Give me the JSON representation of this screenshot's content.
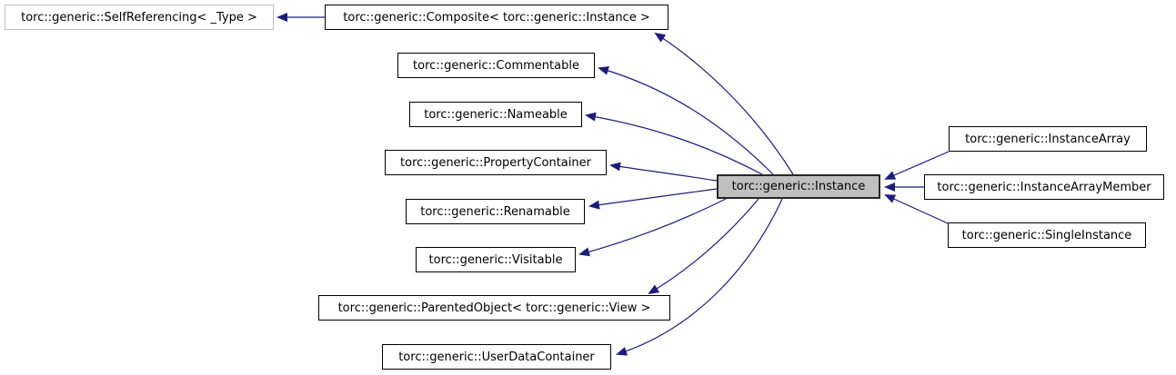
{
  "diagram": {
    "kind": "class-inheritance-graph",
    "background_color": "#ffffff",
    "edge_color": "#1c1c7a",
    "current_node_fill": "#bfbfbf",
    "undocumented_node_border": "#bebebe",
    "nodes": [
      {
        "id": "self-referencing",
        "label": "torc::generic::SelfReferencing< _Type >",
        "role": "base-of-composite",
        "style": "undocumented"
      },
      {
        "id": "composite",
        "label": "torc::generic::Composite< torc::generic::Instance >",
        "role": "base",
        "style": "normal"
      },
      {
        "id": "commentable",
        "label": "torc::generic::Commentable",
        "role": "base",
        "style": "normal"
      },
      {
        "id": "nameable",
        "label": "torc::generic::Nameable",
        "role": "base",
        "style": "normal"
      },
      {
        "id": "property-container",
        "label": "torc::generic::PropertyContainer",
        "role": "base",
        "style": "normal"
      },
      {
        "id": "renamable",
        "label": "torc::generic::Renamable",
        "role": "base",
        "style": "normal"
      },
      {
        "id": "visitable",
        "label": "torc::generic::Visitable",
        "role": "base",
        "style": "normal"
      },
      {
        "id": "parented-object",
        "label": "torc::generic::ParentedObject< torc::generic::View >",
        "role": "base",
        "style": "normal"
      },
      {
        "id": "user-data-container",
        "label": "torc::generic::UserDataContainer",
        "role": "base",
        "style": "normal"
      },
      {
        "id": "instance",
        "label": "torc::generic::Instance",
        "role": "current",
        "style": "current"
      },
      {
        "id": "instance-array",
        "label": "torc::generic::InstanceArray",
        "role": "derived",
        "style": "normal"
      },
      {
        "id": "instance-array-member",
        "label": "torc::generic::InstanceArrayMember",
        "role": "derived",
        "style": "normal"
      },
      {
        "id": "single-instance",
        "label": "torc::generic::SingleInstance",
        "role": "derived",
        "style": "normal"
      }
    ],
    "edges": [
      {
        "from": "composite",
        "to": "self-referencing"
      },
      {
        "from": "instance",
        "to": "composite"
      },
      {
        "from": "instance",
        "to": "commentable"
      },
      {
        "from": "instance",
        "to": "nameable"
      },
      {
        "from": "instance",
        "to": "property-container"
      },
      {
        "from": "instance",
        "to": "renamable"
      },
      {
        "from": "instance",
        "to": "visitable"
      },
      {
        "from": "instance",
        "to": "parented-object"
      },
      {
        "from": "instance",
        "to": "user-data-container"
      },
      {
        "from": "instance-array",
        "to": "instance"
      },
      {
        "from": "instance-array-member",
        "to": "instance"
      },
      {
        "from": "single-instance",
        "to": "instance"
      }
    ]
  }
}
